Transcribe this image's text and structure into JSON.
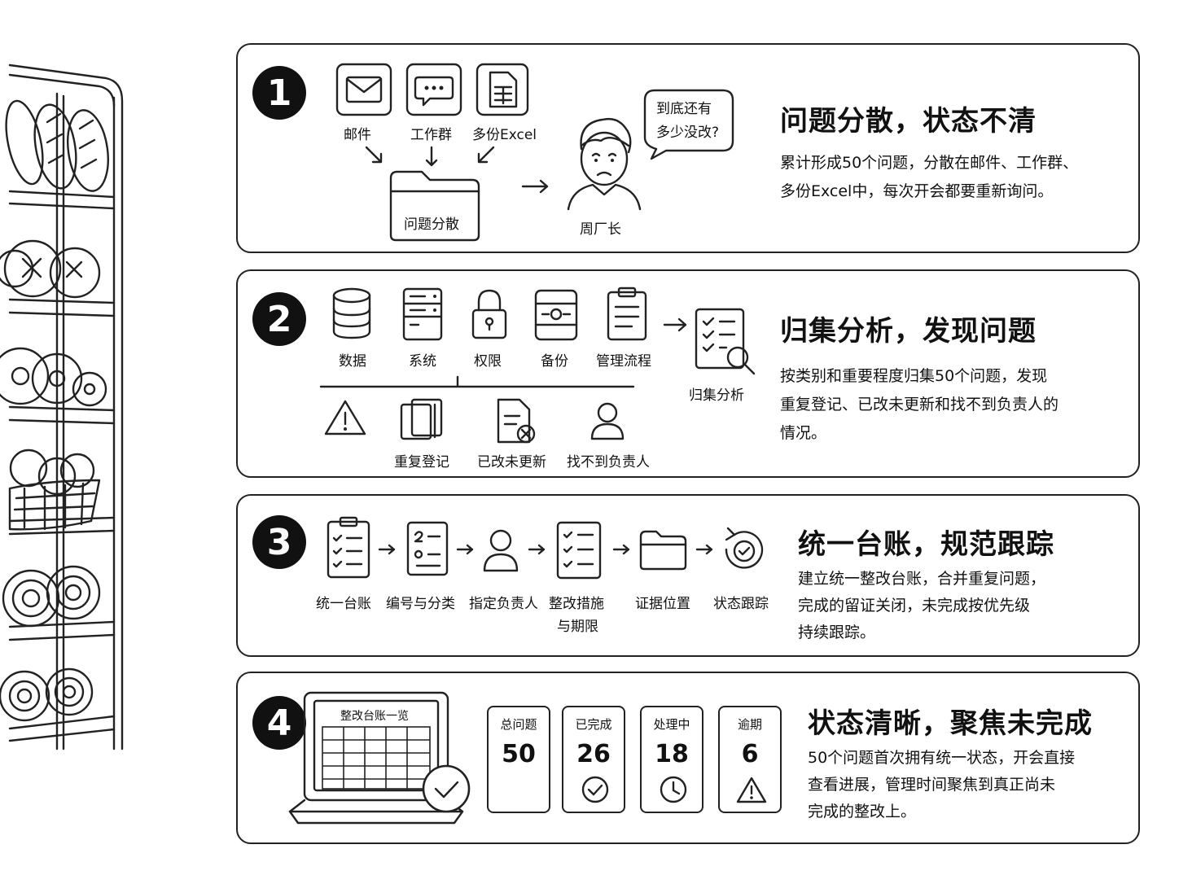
{
  "panel1": {
    "number": "1",
    "sources": [
      "邮件",
      "工作群",
      "多份Excel"
    ],
    "folder_label": "问题分散",
    "person_label": "周厂长",
    "speech_lines": [
      "到底还有",
      "多少没改?"
    ],
    "title": "问题分散，状态不清",
    "desc_lines": [
      "累计形成50个问题，分散在邮件、工作群、",
      "多份Excel中，每次开会都要重新询问。"
    ]
  },
  "panel2": {
    "number": "2",
    "categories": [
      "数据",
      "系统",
      "权限",
      "备份",
      "管理流程"
    ],
    "issues": [
      "重复登记",
      "已改未更新",
      "找不到负责人"
    ],
    "analysis_label": "归集分析",
    "title": "归集分析，发现问题",
    "desc_lines": [
      "按类别和重要程度归集50个问题，发现",
      "重复登记、已改未更新和找不到负责人的",
      "情况。"
    ]
  },
  "panel3": {
    "number": "3",
    "steps": [
      "统一台账",
      "编号与分类",
      "指定负责人",
      "整改措施",
      "证据位置",
      "状态跟踪"
    ],
    "step4_line2": "与期限",
    "title": "统一台账，规范跟踪",
    "desc_lines": [
      "建立统一整改台账，合并重复问题，",
      "完成的留证关闭，未完成按优先级",
      "持续跟踪。"
    ]
  },
  "panel4": {
    "number": "4",
    "screen_title": "整改台账一览",
    "cards": [
      {
        "label": "总问题",
        "value": "50"
      },
      {
        "label": "已完成",
        "value": "26",
        "icon": "check-icon"
      },
      {
        "label": "处理中",
        "value": "18",
        "icon": "clock-icon"
      },
      {
        "label": "逾期",
        "value": "6",
        "icon": "warning-icon"
      }
    ],
    "title": "状态清晰，聚焦未完成",
    "desc_lines": [
      "50个问题首次拥有统一状态，开会直接",
      "查看进展，管理时间聚焦到真正尚未",
      "完成的整改上。"
    ]
  }
}
